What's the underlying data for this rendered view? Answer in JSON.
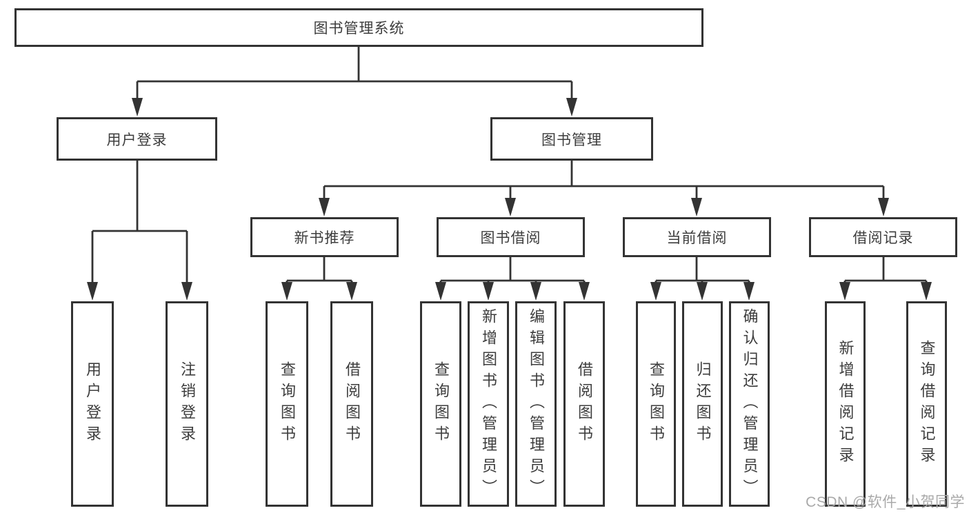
{
  "tree": {
    "root": {
      "label": "图书管理系统"
    },
    "children": [
      {
        "label": "用户登录",
        "children": [
          {
            "label": "用户登录"
          },
          {
            "label": "注销登录"
          }
        ]
      },
      {
        "label": "图书管理",
        "children": [
          {
            "label": "新书推荐",
            "children": [
              {
                "label": "查询图书"
              },
              {
                "label": "借阅图书"
              }
            ]
          },
          {
            "label": "图书借阅",
            "children": [
              {
                "label": "查询图书"
              },
              {
                "label": "新增图书（管理员）"
              },
              {
                "label": "编辑图书（管理员）"
              },
              {
                "label": "借阅图书"
              }
            ]
          },
          {
            "label": "当前借阅",
            "children": [
              {
                "label": "查询图书"
              },
              {
                "label": "归还图书"
              },
              {
                "label": "确认归还（管理员）"
              }
            ]
          },
          {
            "label": "借阅记录",
            "children": [
              {
                "label": "新增借阅记录"
              },
              {
                "label": "查询借阅记录"
              }
            ]
          }
        ]
      }
    ]
  },
  "watermark": {
    "text": "CSDN @软件_小贺同学"
  },
  "colors": {
    "line": "#333333",
    "text": "#3d3d3d",
    "watermark": "#a9a9a9",
    "background": "#ffffff"
  }
}
